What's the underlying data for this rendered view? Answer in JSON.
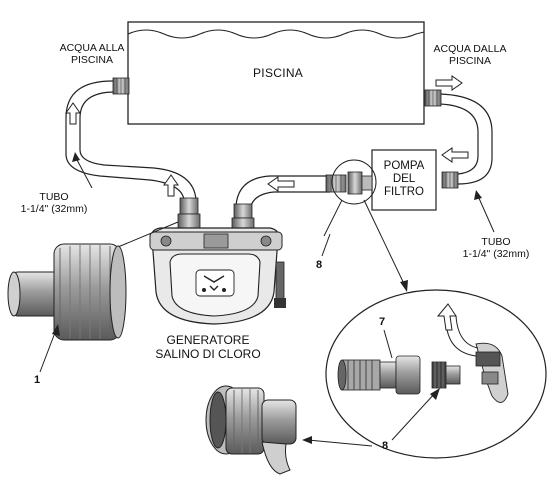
{
  "labels": {
    "pool": "PISCINA",
    "water_to_pool_line1": "ACQUA ALLA",
    "water_to_pool_line2": "PISCINA",
    "water_from_pool_line1": "ACQUA DALLA",
    "water_from_pool_line2": "PISCINA",
    "pump_line1": "POMPA",
    "pump_line2": "DEL",
    "pump_line3": "FILTRO",
    "hose_left_line1": "TUBO",
    "hose_left_line2": "1-1/4\" (32mm)",
    "hose_right_line1": "TUBO",
    "hose_right_line2": "1-1/4\" (32mm)",
    "generator_line1": "GENERATORE",
    "generator_line2": "SALINO DI CLORO",
    "callout_1": "1",
    "callout_7": "7",
    "callout_8_top": "8",
    "callout_8_bottom": "8"
  },
  "colors": {
    "line": "#222222",
    "part_gray": "#9a9a9a",
    "part_light": "#d4d4d4",
    "part_dark": "#555555"
  }
}
